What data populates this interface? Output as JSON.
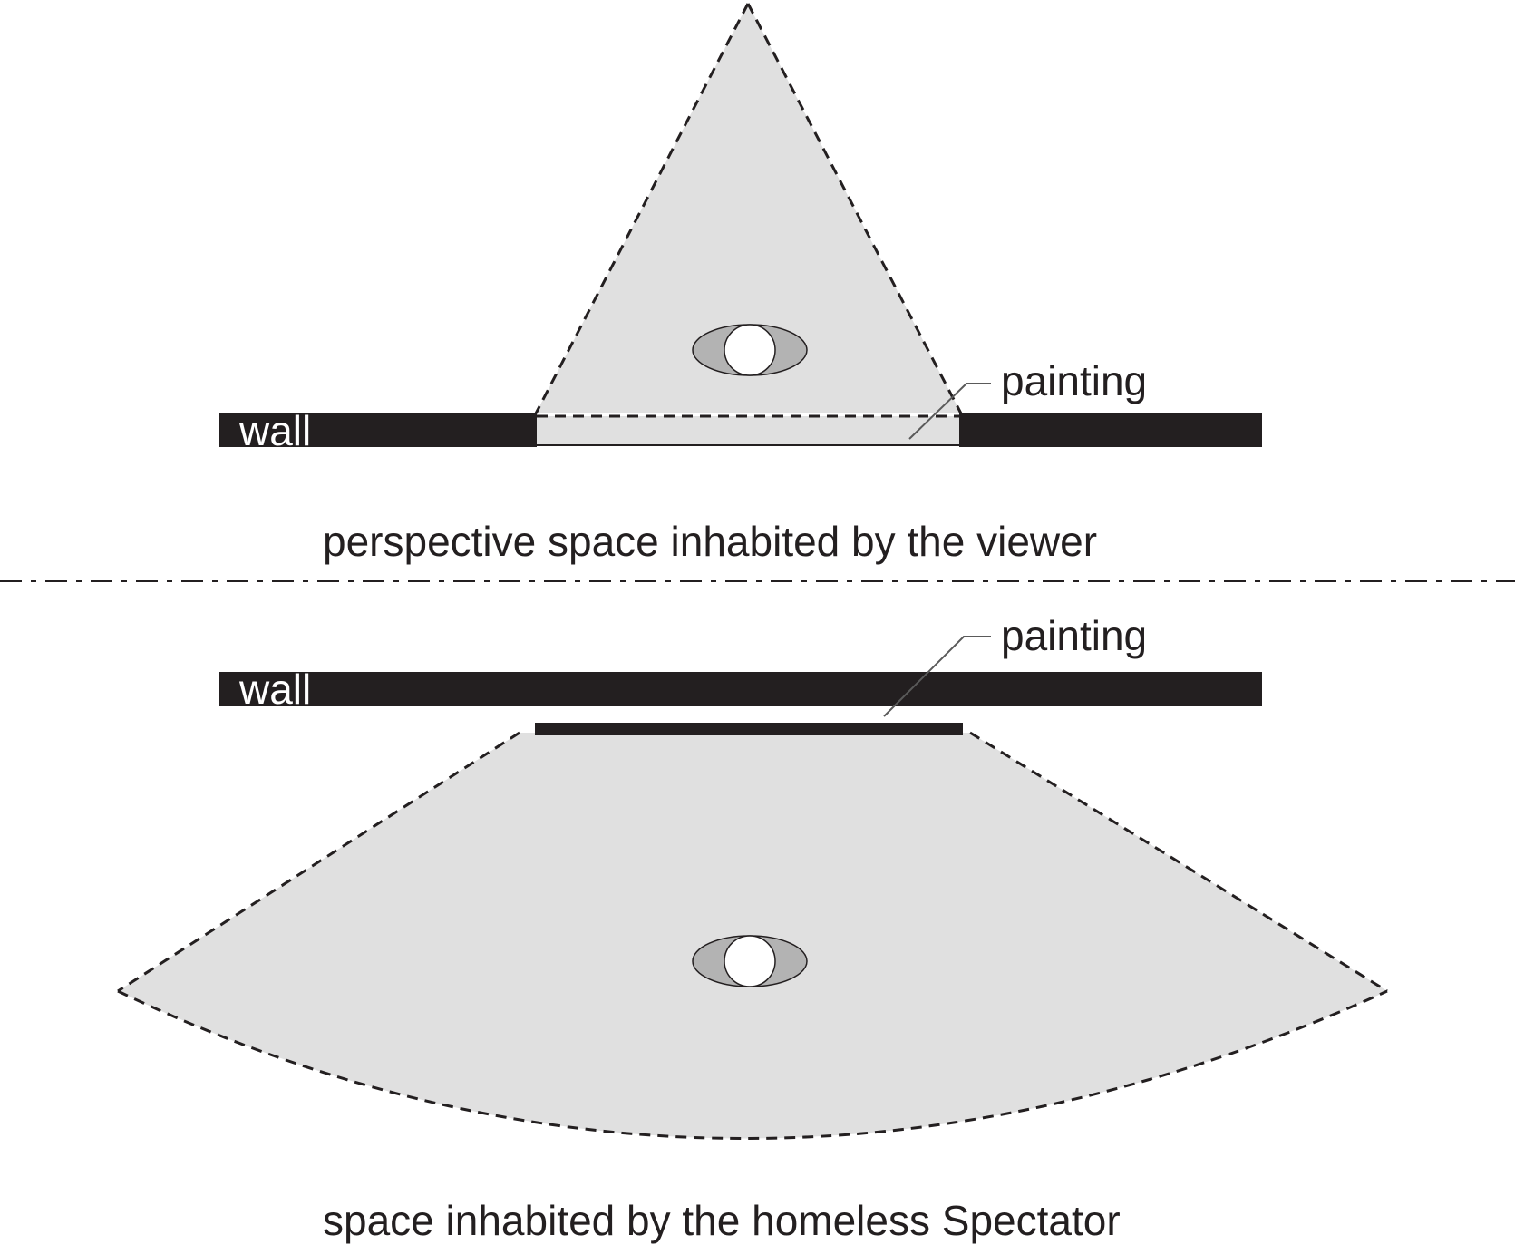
{
  "colors": {
    "wall": "#231f20",
    "viewing_space": "#e0e0e0",
    "eye_iris": "#b3b3b3",
    "eye_pupil": "#ffffff",
    "line": "#231f20"
  },
  "top_panel": {
    "wall_label": "wall",
    "painting_label": "painting",
    "caption": "perspective space inhabited by the viewer",
    "eye_icon": "eye-icon"
  },
  "bottom_panel": {
    "wall_label": "wall",
    "painting_label": "painting",
    "caption": "space inhabited by the homeless Spectator",
    "eye_icon": "eye-icon"
  }
}
